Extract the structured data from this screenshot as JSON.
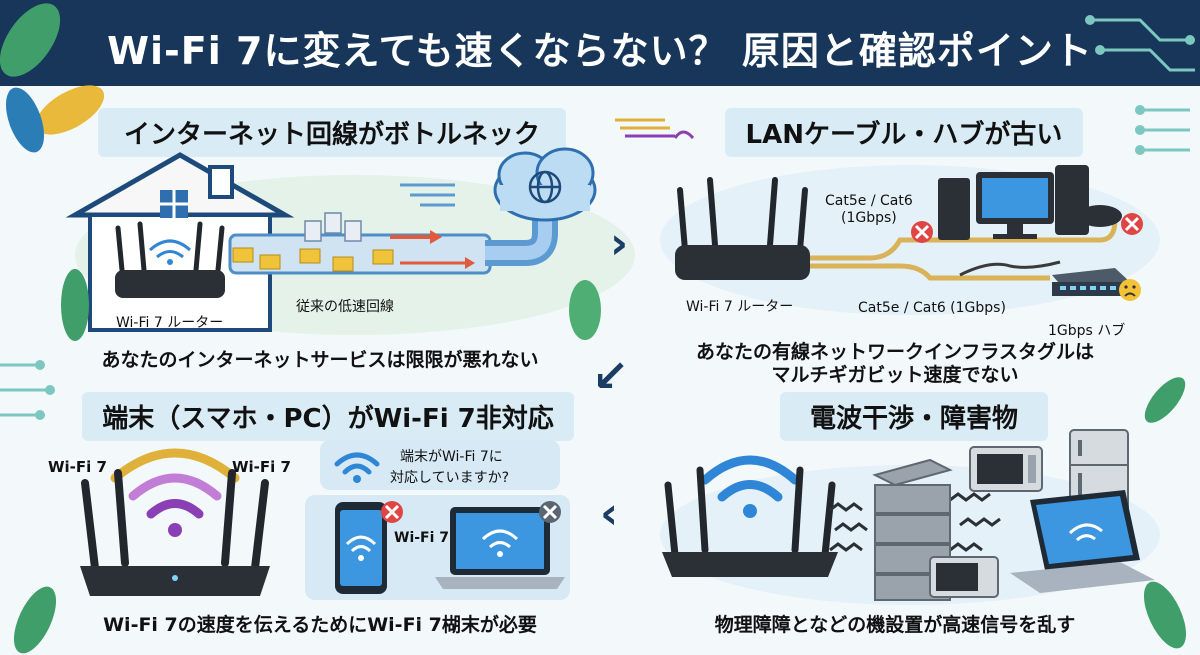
{
  "title": "Wi-Fi 7に変えても速くならない？ 原因と確認ポイント",
  "panels": {
    "top_left": {
      "title": "インターネット回線がボトルネック",
      "router_label": "Wi-Fi 7 ルーター",
      "line_label": "従来の低速回線",
      "caption": "あなたのインターネットサービスは限限が悪れない"
    },
    "top_right": {
      "title": "LANケーブル・ハブが古い",
      "cable1_label": "Cat5e / Cat6\n(1Gbps)",
      "cable2_label": "Cat5e / Cat6 (1Gbps)",
      "router_label": "Wi-Fi 7 ルーター",
      "hub_label": "1Gbps ハブ",
      "caption_line1": "あなたの有線ネットワークインフラスタグルは",
      "caption_line2": "マルチギガビット速度でない"
    },
    "bottom_left": {
      "title": "端末（スマホ・PC）がWi-Fi 7非対応",
      "wifi_label_left": "Wi-Fi 7",
      "wifi_label_right": "Wi-Fi 7",
      "question_line1": "端末がWi-Fi 7に",
      "question_line2": "対応していますか?",
      "device_label": "Wi-Fi 7",
      "caption": "Wi-Fi 7の速度を伝えるためにWi-Fi 7楜末が必要"
    },
    "bottom_right": {
      "title": "電波干渉・障害物",
      "caption": "物理障障となどの機設置が高速信号を乱す"
    }
  },
  "flow_arrows": [
    "›",
    "↙",
    "‹"
  ],
  "colors": {
    "header_bg": "#17365a",
    "title_bg": "#d9ecf6",
    "wifi_blue": "#2f86d6",
    "wifi_gold": "#e0b13a",
    "wifi_purple": "#8a3fb4",
    "error_red": "#e04545",
    "cable_gold": "#d9b25a"
  }
}
